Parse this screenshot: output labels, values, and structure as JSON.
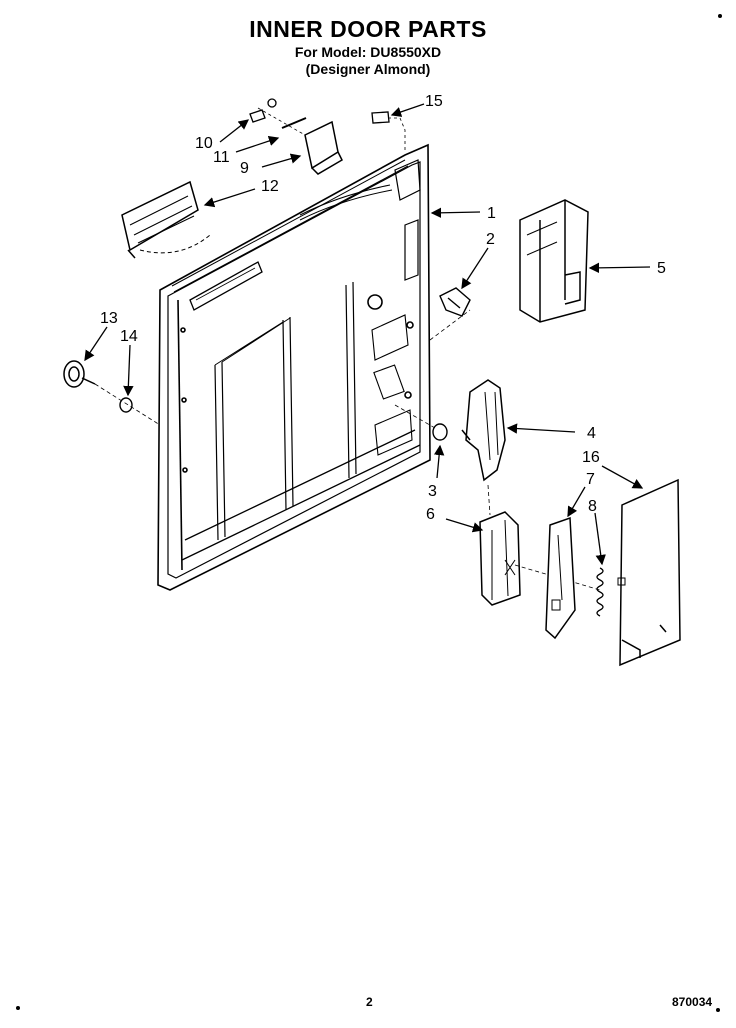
{
  "header": {
    "title": "INNER DOOR PARTS",
    "model_line": "For Model: DU8550XD",
    "variant_line": "(Designer Almond)"
  },
  "footer": {
    "page_number": "2",
    "diagram_code": "870034"
  },
  "callouts": [
    "1",
    "2",
    "3",
    "4",
    "5",
    "6",
    "7",
    "8",
    "9",
    "10",
    "11",
    "12",
    "13",
    "14",
    "15",
    "16"
  ]
}
